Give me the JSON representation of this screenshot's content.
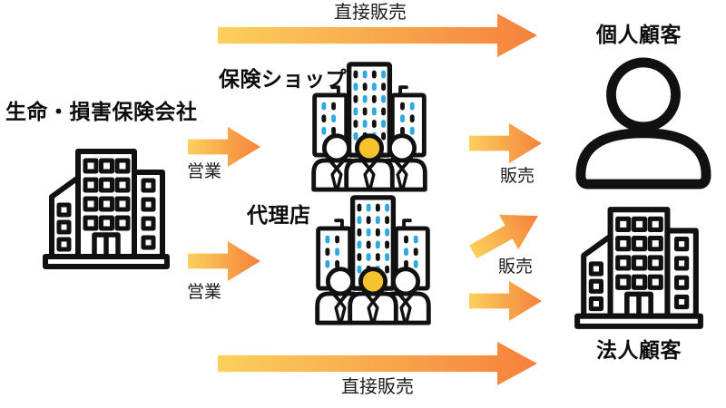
{
  "colors": {
    "background": "#ffffff",
    "arrow_gradient_start": "#FBD05C",
    "arrow_gradient_end": "#F5813C",
    "icon_outline": "#111111",
    "window_blue": "#2FA8E1",
    "head_yellow": "#F6C32D"
  },
  "nodes": {
    "company": {
      "label": "生命・損害保険会社",
      "icon": "office-building-icon"
    },
    "shop": {
      "label": "保険ショップ",
      "icon": "shop-agents-icon"
    },
    "agency": {
      "label": "代理店",
      "icon": "shop-agents-icon"
    },
    "individual": {
      "label": "個人顧客",
      "icon": "person-icon"
    },
    "corporate": {
      "label": "法人顧客",
      "icon": "office-building-icon"
    }
  },
  "flows": {
    "direct_top": {
      "label": "直接販売",
      "from": "company",
      "to": "individual"
    },
    "eigyo_shop": {
      "label": "営業",
      "from": "company",
      "to": "shop"
    },
    "eigyo_agency": {
      "label": "営業",
      "from": "company",
      "to": "agency"
    },
    "hanbai_shop": {
      "label": "販売",
      "from": "shop",
      "to": "individual"
    },
    "hanbai_agency": {
      "label": "販売",
      "from": "agency",
      "to": "individual, corporate"
    },
    "direct_bottom": {
      "label": "直接販売",
      "from": "company",
      "to": "corporate"
    }
  }
}
